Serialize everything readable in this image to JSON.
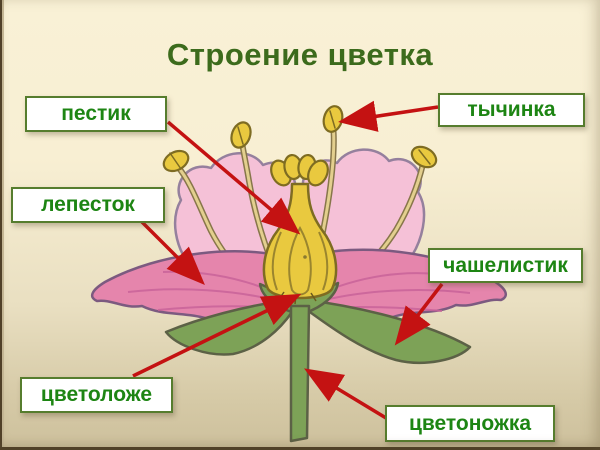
{
  "slide": {
    "title": "Строение цветка"
  },
  "labels": [
    {
      "id": "pistil",
      "text": "пестик"
    },
    {
      "id": "stamen",
      "text": "тычинка"
    },
    {
      "id": "petal",
      "text": "лепесток"
    },
    {
      "id": "sepal",
      "text": "чашелистик"
    },
    {
      "id": "receptacle",
      "text": "цветоложе"
    },
    {
      "id": "pedicel",
      "text": "цветоножка"
    }
  ],
  "colors": {
    "background_top": "#f9f1d6",
    "background_bottom": "#cdc09c",
    "title_green": "#3c6b1c",
    "label_text_green": "#1d8513",
    "label_border_green": "#567d2e",
    "arrow_red": "#c41212",
    "petal_light_pink": "#f5c1d7",
    "petal_dark_pink": "#e585ac",
    "pistil_yellow": "#e9c93f",
    "filament_tan": "#e3cf8e",
    "leaf_green": "#7da257"
  }
}
